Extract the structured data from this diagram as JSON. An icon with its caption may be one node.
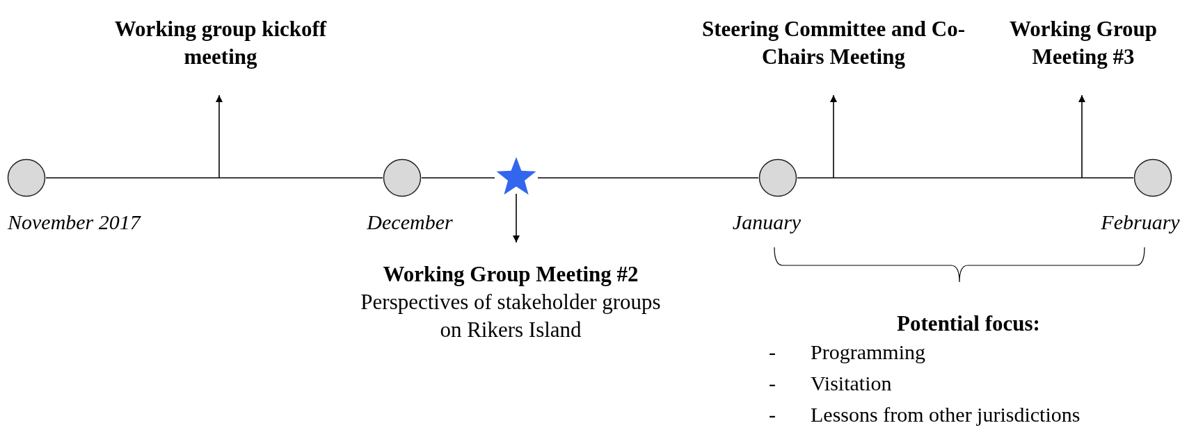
{
  "diagram": {
    "nodes": [
      {
        "text": [],
        "shape": "circle",
        "beside": [
          "November 2017"
        ]
      },
      {
        "text": [],
        "shape": "circle",
        "beside": [
          "December"
        ]
      },
      {
        "text": [],
        "shape": "star"
      },
      {
        "text": [],
        "shape": "circle",
        "beside": [
          "January"
        ]
      },
      {
        "text": [],
        "shape": "circle",
        "beside": [
          "February"
        ]
      },
      {
        "text": [
          "Working group kickoff meeting"
        ]
      },
      {
        "text": [
          "Steering Committee and Co-Chairs Meeting"
        ]
      },
      {
        "text": [
          "Working Group Meeting #3"
        ]
      },
      {
        "text": [
          "Working Group Meeting #2",
          "Perspectives of stakeholder groups on Rikers Island"
        ]
      }
    ],
    "edges": [
      {
        "from": 0,
        "to": 1,
        "arrow": "none"
      },
      {
        "from": 1,
        "to": 2,
        "arrow": "none"
      },
      {
        "from": 2,
        "to": 3,
        "arrow": "none"
      },
      {
        "from": 3,
        "to": 4,
        "arrow": "none"
      },
      {
        "from": null,
        "to": 5,
        "arrow": "to"
      },
      {
        "from": null,
        "to": 6,
        "arrow": "to"
      },
      {
        "from": null,
        "to": 7,
        "arrow": "to"
      },
      {
        "from": 2,
        "to": 8,
        "arrow": "to"
      }
    ],
    "labels": [
      "Potential focus:",
      "-",
      "Programming",
      "-",
      "Visitation",
      "-",
      "Lessons from other jurisdictions"
    ]
  }
}
